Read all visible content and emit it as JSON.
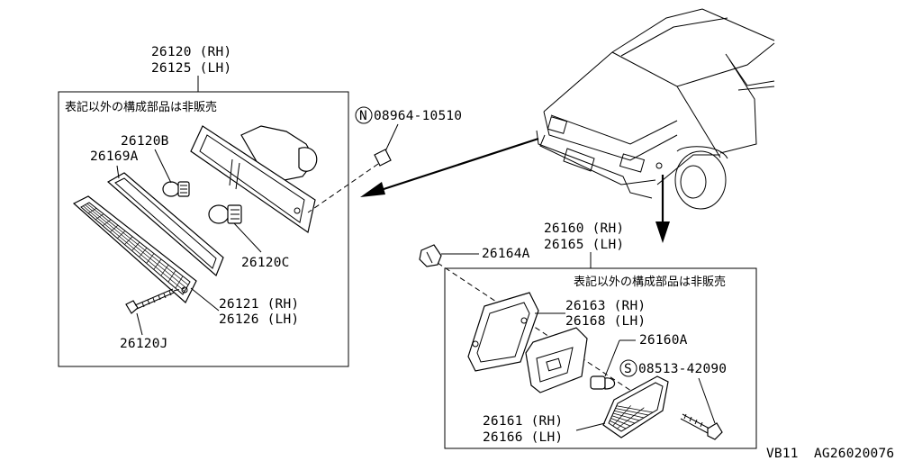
{
  "left_group": {
    "header": [
      "26120 (RH)",
      "26125 (LH)"
    ],
    "note": "表記以外の構成部品は非販売",
    "labels": {
      "bulb_small": "26120B",
      "gasket": "26169A",
      "bulb_large": "26120C",
      "lens": [
        "26121 (RH)",
        "26126 (LH)"
      ],
      "screw": "26120J"
    }
  },
  "nut": {
    "symbol": "N",
    "part": "08964-10510"
  },
  "right_group": {
    "header": [
      "26160 (RH)",
      "26165 (LH)"
    ],
    "note": "表記以外の構成部品は非販売",
    "labels": {
      "socket": "26164A",
      "gasket": [
        "26163 (RH)",
        "26168 (LH)"
      ],
      "bulb": "26160A",
      "lens": [
        "26161 (RH)",
        "26166 (LH)"
      ]
    }
  },
  "screw": {
    "symbol": "S",
    "part": "08513-42090"
  },
  "footer": {
    "code": "VB11",
    "ref": "AG26020076"
  }
}
